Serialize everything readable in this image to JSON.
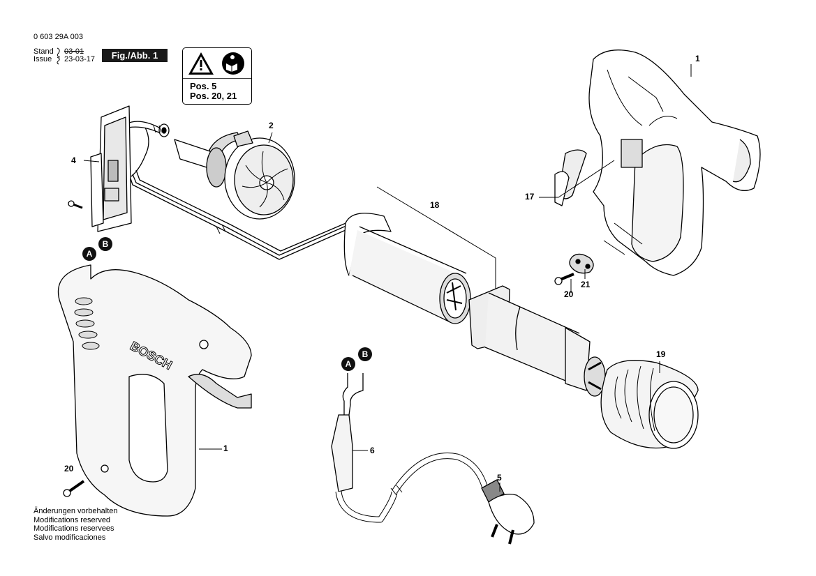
{
  "header": {
    "part_number": "0 603 29A 003",
    "stand_label": "Stand",
    "stand_value": "03-01",
    "issue_label": "Issue",
    "issue_value": "23-03-17",
    "figure_label": "Fig./Abb. 1"
  },
  "warning_box": {
    "icons": [
      "warning-triangle-icon",
      "read-manual-icon"
    ],
    "line1": "Pos. 5",
    "line2": "Pos. 20, 21"
  },
  "parts": {
    "p1_top": "1",
    "p1_bottom": "1",
    "p2": "2",
    "p4": "4",
    "p5": "5",
    "p6": "6",
    "p17": "17",
    "p18": "18",
    "p19": "19",
    "p20_right": "20",
    "p20_left": "20",
    "p21": "21"
  },
  "markers": {
    "a1": "A",
    "b1": "B",
    "a2": "A",
    "b2": "B"
  },
  "brand_text": "BOSCH",
  "footer": [
    "Änderungen vorbehalten",
    "Modifications reserved",
    "Modifications reservees",
    "Salvo modificaciones"
  ]
}
